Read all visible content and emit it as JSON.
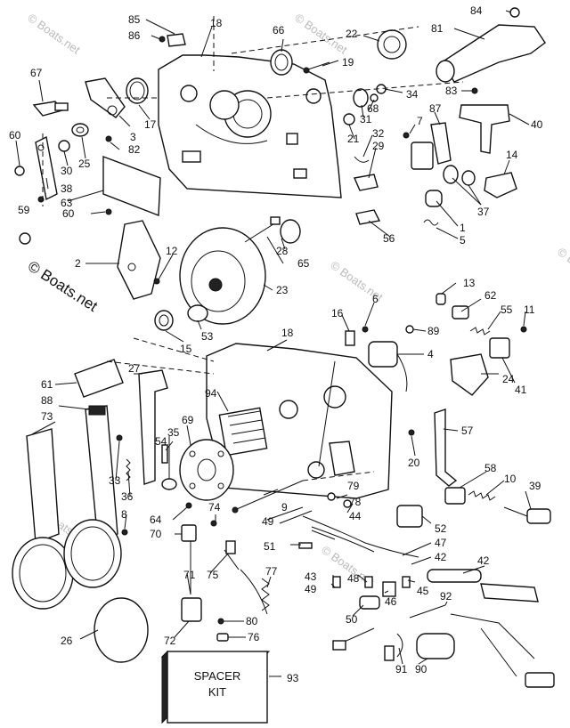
{
  "watermark": "© Boats.net",
  "spacer_kit": {
    "line1": "SPACER",
    "line2": "KIT",
    "number": "93"
  },
  "labels": {
    "l1": "1",
    "l2": "2",
    "l3": "3",
    "l4": "4",
    "l5": "5",
    "l6": "6",
    "l7": "7",
    "l8": "8",
    "l9": "9",
    "l10": "10",
    "l11": "11",
    "l12": "12",
    "l13": "13",
    "l14": "14",
    "l15": "15",
    "l16": "16",
    "l17": "17",
    "l18a": "18",
    "l18b": "18",
    "l19": "19",
    "l20": "20",
    "l21": "21",
    "l22": "22",
    "l23": "23",
    "l24": "24",
    "l25": "25",
    "l26": "26",
    "l27": "27",
    "l28": "28",
    "l29": "29",
    "l30": "30",
    "l31": "31",
    "l32": "32",
    "l33": "33",
    "l34": "34",
    "l35": "35",
    "l36": "36",
    "l37": "37",
    "l38": "38",
    "l39": "39",
    "l40": "40",
    "l41": "41",
    "l42a": "42",
    "l42b": "42",
    "l43": "43",
    "l44": "44",
    "l45": "45",
    "l46": "46",
    "l47": "47",
    "l48": "48",
    "l49a": "49",
    "l49b": "49",
    "l50": "50",
    "l51": "51",
    "l52": "52",
    "l53": "53",
    "l54": "54",
    "l55": "55",
    "l56": "56",
    "l57": "57",
    "l58": "58",
    "l59": "59",
    "l60a": "60",
    "l60b": "60",
    "l61": "61",
    "l62": "62",
    "l63": "63",
    "l64": "64",
    "l65": "65",
    "l66": "66",
    "l67": "67",
    "l68": "68",
    "l69": "69",
    "l70": "70",
    "l71": "71",
    "l72": "72",
    "l73": "73",
    "l74": "74",
    "l75": "75",
    "l76": "76",
    "l77": "77",
    "l78": "78",
    "l79": "79",
    "l80": "80",
    "l81": "81",
    "l82": "82",
    "l83": "83",
    "l84": "84",
    "l85": "85",
    "l86": "86",
    "l87": "87",
    "l88": "88",
    "l89": "89",
    "l90": "90",
    "l91": "91",
    "l92": "92",
    "l94": "94"
  }
}
